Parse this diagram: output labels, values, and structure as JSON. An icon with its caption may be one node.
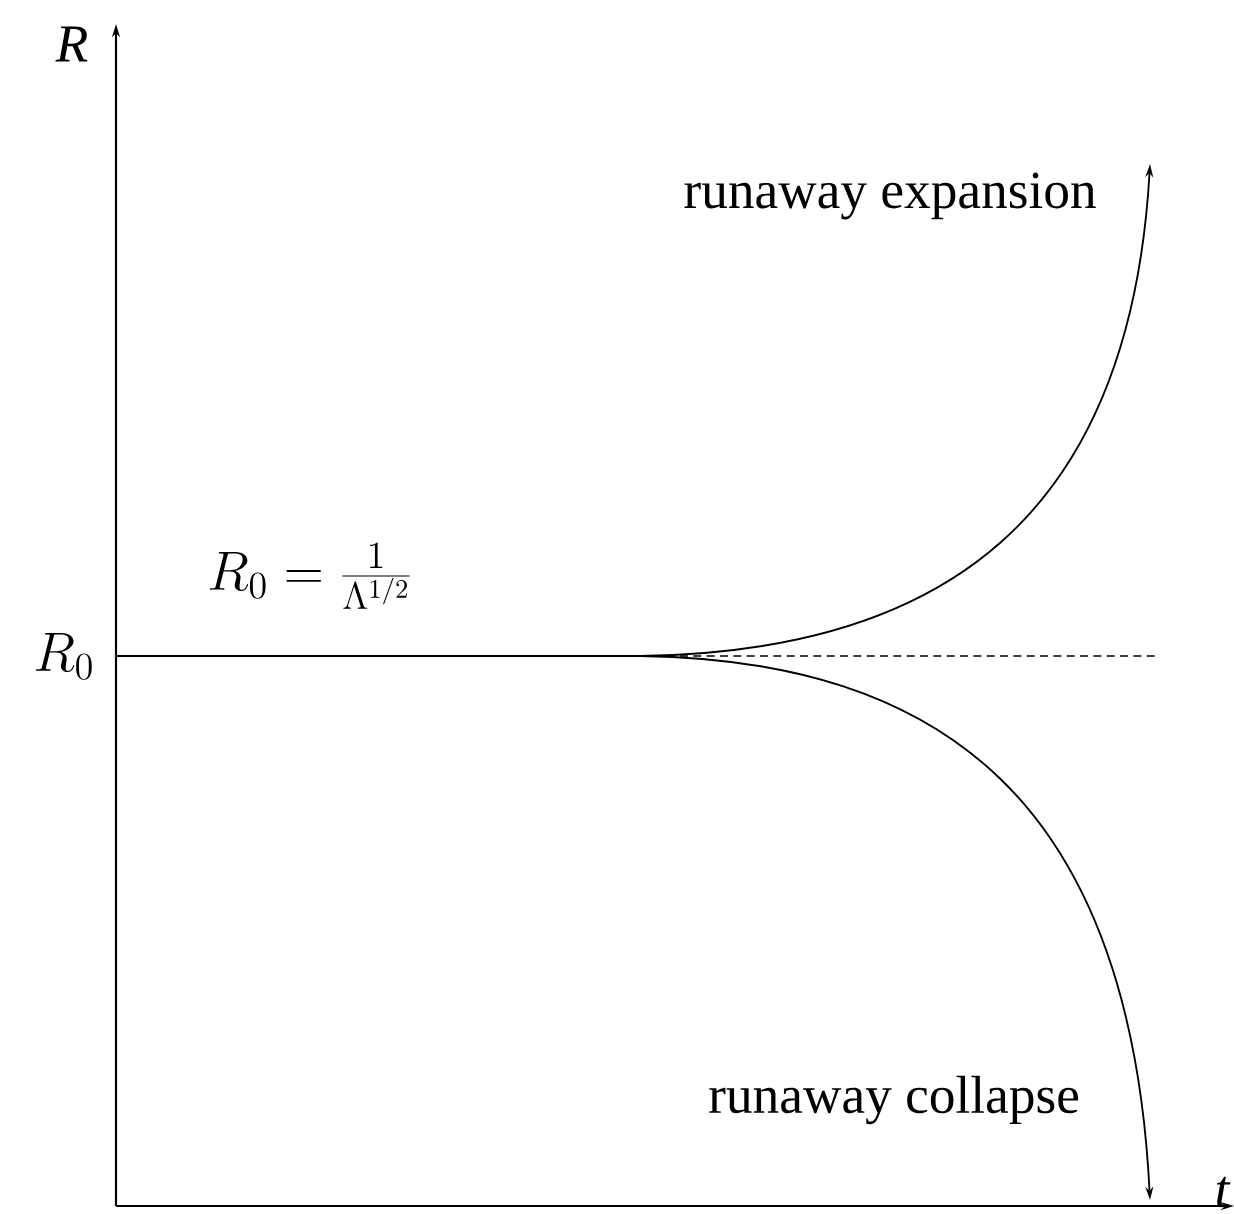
{
  "diagram": {
    "labels": [
      "R",
      "runaway expansion",
      "R_0 = \\frac{1}{\\Lambda^{1/2}}",
      "R_0",
      "runaway collapse",
      "t"
    ]
  }
}
